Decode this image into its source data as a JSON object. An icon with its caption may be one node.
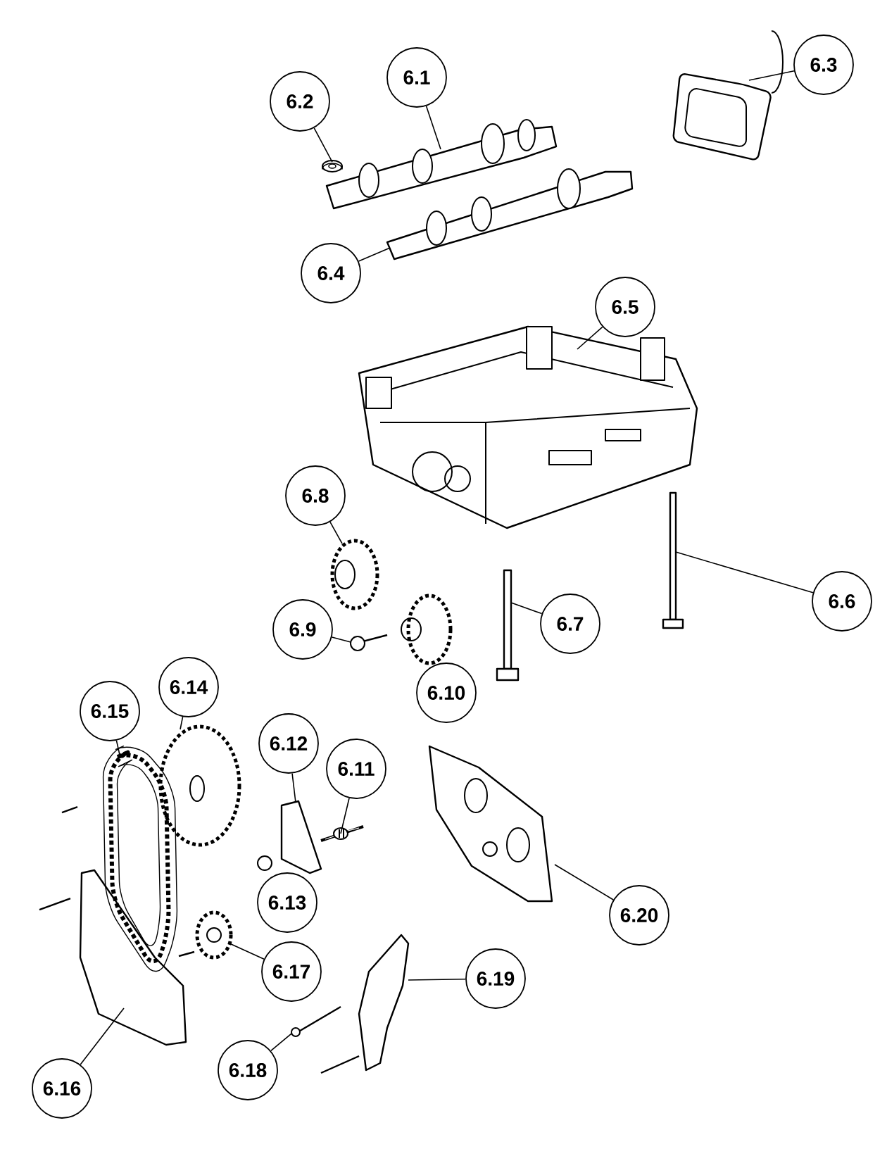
{
  "diagram": {
    "nodes": [
      {
        "text": [
          "6.1"
        ]
      },
      {
        "text": [
          "6.2"
        ]
      },
      {
        "text": [
          "6.3"
        ]
      },
      {
        "text": [
          "6.4"
        ]
      },
      {
        "text": [
          "6.5"
        ]
      },
      {
        "text": [
          "6.6"
        ]
      },
      {
        "text": [
          "6.7"
        ]
      },
      {
        "text": [
          "6.8"
        ]
      },
      {
        "text": [
          "6.9"
        ]
      },
      {
        "text": [
          "6.10"
        ]
      },
      {
        "text": [
          "6.11"
        ]
      },
      {
        "text": [
          "6.12"
        ]
      },
      {
        "text": [
          "6.13"
        ]
      },
      {
        "text": [
          "6.14"
        ]
      },
      {
        "text": [
          "6.15"
        ]
      },
      {
        "text": [
          "6.16"
        ]
      },
      {
        "text": [
          "6.17"
        ]
      },
      {
        "text": [
          "6.18"
        ]
      },
      {
        "text": [
          "6.19"
        ]
      },
      {
        "text": [
          "6.20"
        ]
      },
      {
        "text": [],
        "shape": "picture"
      },
      {
        "text": [],
        "shape": "picture"
      },
      {
        "text": [],
        "shape": "picture"
      },
      {
        "text": [],
        "shape": "picture"
      },
      {
        "text": [],
        "shape": "picture"
      },
      {
        "text": [],
        "shape": "picture"
      },
      {
        "text": [],
        "shape": "picture"
      },
      {
        "text": [],
        "shape": "picture"
      },
      {
        "text": [],
        "shape": "picture"
      },
      {
        "text": [],
        "shape": "picture"
      },
      {
        "text": [],
        "shape": "picture"
      },
      {
        "text": [],
        "shape": "picture"
      },
      {
        "text": [],
        "shape": "picture"
      },
      {
        "text": [],
        "shape": "picture"
      },
      {
        "text": [],
        "shape": "picture"
      },
      {
        "text": [],
        "shape": "picture"
      },
      {
        "text": [],
        "shape": "picture"
      },
      {
        "text": [],
        "shape": "picture"
      }
    ],
    "edges": [
      {
        "from": 0,
        "to": 20,
        "arrow": "none"
      },
      {
        "from": 1,
        "to": 21,
        "arrow": "none"
      },
      {
        "from": 2,
        "to": 22,
        "arrow": "none"
      },
      {
        "from": 3,
        "to": 23,
        "arrow": "none"
      },
      {
        "from": 4,
        "to": 24,
        "arrow": "none"
      },
      {
        "from": 5,
        "to": 25,
        "arrow": "none"
      },
      {
        "from": 6,
        "to": 26,
        "arrow": "none"
      },
      {
        "from": 7,
        "to": 27,
        "arrow": "none"
      },
      {
        "from": 8,
        "to": 28,
        "arrow": "none"
      },
      {
        "from": 10,
        "to": 29,
        "arrow": "none"
      },
      {
        "from": 11,
        "to": 30,
        "arrow": "none"
      },
      {
        "from": 13,
        "to": 31,
        "arrow": "none"
      },
      {
        "from": 14,
        "to": 32,
        "arrow": "none"
      },
      {
        "from": 15,
        "to": 33,
        "arrow": "none"
      },
      {
        "from": 16,
        "to": 34,
        "arrow": "none"
      },
      {
        "from": 17,
        "to": 35,
        "arrow": "none"
      },
      {
        "from": 18,
        "to": 36,
        "arrow": "none"
      },
      {
        "from": 19,
        "to": 37,
        "arrow": "none"
      }
    ]
  }
}
